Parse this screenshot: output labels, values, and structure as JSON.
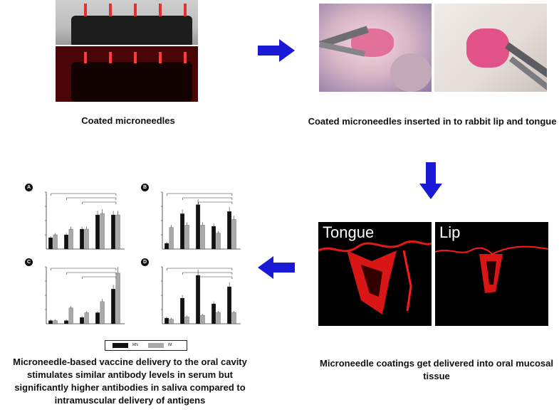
{
  "captions": {
    "coated": "Coated microneedles",
    "inserted": "Coated microneedles inserted in to rabbit lip and tongue",
    "delivered": "Microneedle coatings get delivered into oral mucosal tissue",
    "summary": "Microneedle-based vaccine delivery to the oral cavity stimulates similar antibody levels in serum but significantly higher antibodies in saliva compared to intramuscular delivery of antigens"
  },
  "fluorescence": {
    "tongue": "Tongue",
    "lip": "Lip"
  },
  "legend": {
    "mn": "MN",
    "im": "IM"
  },
  "colors": {
    "arrow": "#1a1ad6",
    "mn": "#111111",
    "im": "#a9a9a9",
    "fluor": "#ff1a1a"
  },
  "chart_data": [
    {
      "type": "bar",
      "panel": "A",
      "series": [
        {
          "name": "MN",
          "values": [
            0.4,
            0.5,
            0.7,
            1.2,
            1.2
          ]
        },
        {
          "name": "IM",
          "values": [
            0.5,
            0.7,
            0.7,
            1.25,
            1.2
          ]
        }
      ],
      "ylim": [
        0,
        2.0
      ]
    },
    {
      "type": "bar",
      "panel": "B",
      "series": [
        {
          "name": "MN",
          "values": [
            0.1,
            0.62,
            0.78,
            0.4,
            0.66
          ]
        },
        {
          "name": "IM",
          "values": [
            0.38,
            0.42,
            0.42,
            0.28,
            0.52
          ]
        }
      ],
      "ylim": [
        0,
        1.0
      ]
    },
    {
      "type": "bar",
      "panel": "C",
      "series": [
        {
          "name": "MN",
          "values": [
            0.1,
            0.1,
            0.2,
            0.35,
            1.1
          ]
        },
        {
          "name": "IM",
          "values": [
            0.1,
            0.5,
            0.35,
            0.7,
            1.6
          ]
        }
      ],
      "ylim": [
        0,
        1.8
      ]
    },
    {
      "type": "bar",
      "panel": "D",
      "series": [
        {
          "name": "MN",
          "values": [
            0.1,
            0.45,
            0.85,
            0.35,
            0.65
          ]
        },
        {
          "name": "IM",
          "values": [
            0.08,
            0.12,
            0.15,
            0.2,
            0.2
          ]
        }
      ],
      "ylim": [
        0,
        1.0
      ]
    }
  ]
}
